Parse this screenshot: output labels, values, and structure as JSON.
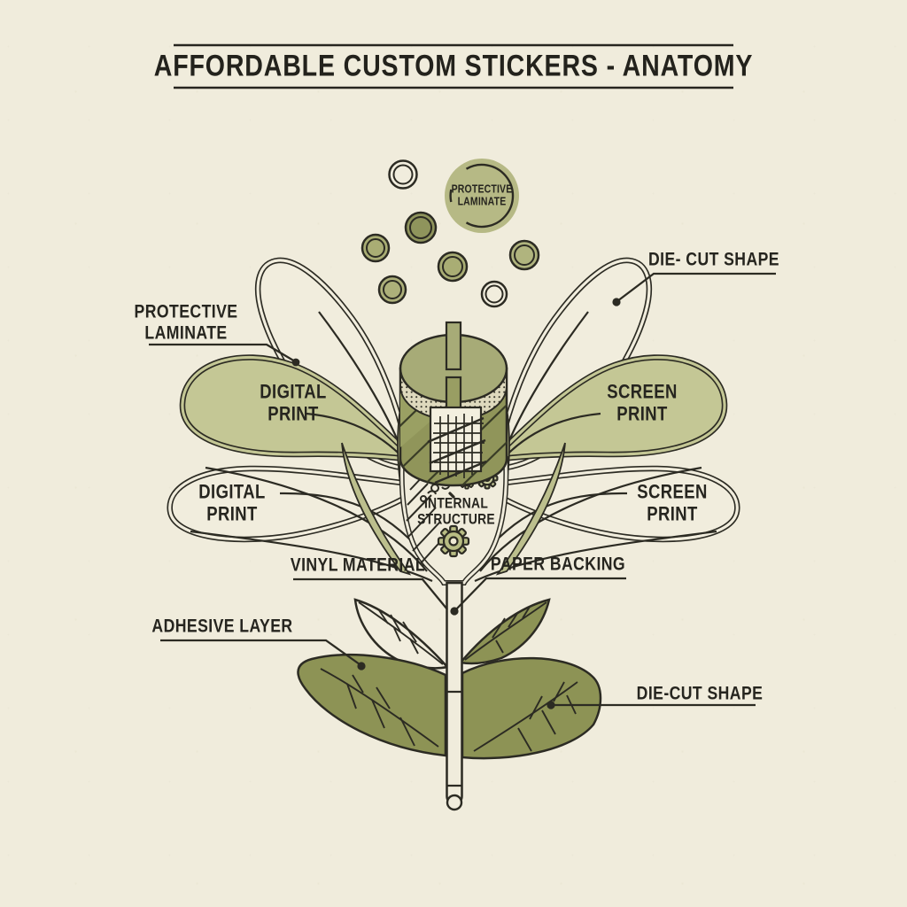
{
  "title": "AFFORDABLE CUSTOM STICKERS - ANATOMY",
  "labels": {
    "protective_laminate_circle": {
      "line1": "PROTECTIVE",
      "line2": "LAMINATE"
    },
    "die_cut_top": "DIE- CUT SHAPE",
    "protective_laminate_left": {
      "line1": "PROTECTIVE",
      "line2": "LAMINATE"
    },
    "digital_print_upper": {
      "line1": "DIGITAL",
      "line2": "PRINT"
    },
    "screen_print_upper": {
      "line1": "SCREEN",
      "line2": "PRINT"
    },
    "digital_print_lower": {
      "line1": "DIGITAL",
      "line2": "PRINT"
    },
    "screen_print_lower": {
      "line1": "SCREEN",
      "line2": "PRINT"
    },
    "internal_structure": {
      "line1": "INTERNAL",
      "line2": "STRUCTURE"
    },
    "vinyl_material": "VINYL MATERIAL",
    "paper_backing": "PAPER BACKING",
    "adhesive_layer": "ADHESIVE LAYER",
    "die_cut_bottom": "DIE-CUT SHAPE"
  },
  "colors": {
    "background": "#f0ecdc",
    "ink": "#2c2b23",
    "petal_cream": "#f1eddd",
    "petal_olive": "#c4c795",
    "laminate_circle": "#b6b985",
    "dot_olive": "#a9ad74",
    "dot_olive_dark": "#8f945c",
    "cylinder_top": "#a7ab77",
    "cylinder_body": "#90955a",
    "leaf_dark_olive": "#8d9355",
    "stipple_band": "#ded9bd"
  }
}
